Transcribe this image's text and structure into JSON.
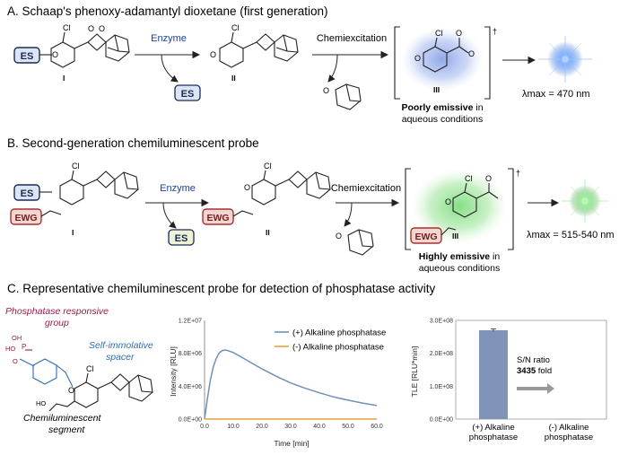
{
  "section_a": {
    "title": "A. Schaap's phenoxy-adamantyl dioxetane (first generation)",
    "es_label": "ES",
    "enzyme_label": "Enzyme",
    "es_released": "ES",
    "chemiex_label": "Chemiexcitation",
    "compound_I": "I",
    "compound_II": "II",
    "compound_III": "III",
    "dagger": "†",
    "emissive_bold": "Poorly emissive",
    "emissive_rest": " in",
    "conditions": "aqueous conditions",
    "lambda": "λmax = 470 nm",
    "cl": "Cl",
    "o": "O",
    "o_minus": "O",
    "glow_color": "#6f8fe0"
  },
  "section_b": {
    "title": "B. Second-generation chemiluminescent probe",
    "es_label": "ES",
    "ewg_label": "EWG",
    "enzyme_label": "Enzyme",
    "es_released": "ES",
    "chemiex_label": "Chemiexcitation",
    "compound_I": "I",
    "compound_II": "II",
    "compound_III": "III",
    "dagger": "†",
    "emissive_bold": "Highly emissive",
    "emissive_rest": " in",
    "conditions": "aqueous conditions",
    "lambda": "λmax = 515-540 nm",
    "glow_color": "#6fd46f"
  },
  "section_c": {
    "title": "C. Representative chemiluminescent probe for detection of phosphatase activity",
    "phosphatase_group_line1": "Phosphatase responsive",
    "phosphatase_group_line2": "group",
    "spacer_line1": "Self-immolative",
    "spacer_line2": "spacer",
    "segment_line1": "Chemiluminescent",
    "segment_line2": "segment",
    "oh": "OH",
    "p": "P",
    "ho": "HO",
    "colors": {
      "phosphatase": "#9b1b4a",
      "spacer": "#2c6fb3",
      "line_pos": "#6f8fbf",
      "line_neg": "#e8a23c",
      "bar": "#7f93b8",
      "arrow": "#999999",
      "enzyme_text": "#1f3fa0",
      "ewg_fill": "#a8322d",
      "es_fill": "#dde4f4"
    }
  },
  "chart_data": [
    {
      "type": "line",
      "title": "",
      "xlabel": "Time [min]",
      "ylabel": "Intensity [RLU]",
      "xlim": [
        0,
        60
      ],
      "ylim": [
        0,
        12000000
      ],
      "x_ticks": [
        "0.0",
        "10.0",
        "20.0",
        "30.0",
        "40.0",
        "50.0",
        "60.0"
      ],
      "y_ticks": [
        "0.0E+00",
        "4.0E+06",
        "8.0E+06",
        "1.2E+07"
      ],
      "legend_position": "top-right",
      "series": [
        {
          "name": "(+) Alkaline phosphatase",
          "x": [
            0,
            1,
            2,
            3,
            4,
            5,
            6,
            7,
            8,
            10,
            12,
            15,
            20,
            25,
            30,
            35,
            40,
            45,
            50,
            55,
            60
          ],
          "y": [
            0,
            2500000,
            4700000,
            6300000,
            7300000,
            8000000,
            8300000,
            8400000,
            8350000,
            8100000,
            7700000,
            7100000,
            6100000,
            5200000,
            4400000,
            3750000,
            3200000,
            2700000,
            2300000,
            1950000,
            1650000
          ]
        },
        {
          "name": "(-) Alkaline phosphatase",
          "x": [
            0,
            60
          ],
          "y": [
            0,
            0
          ]
        }
      ]
    },
    {
      "type": "bar",
      "title": "",
      "xlabel": "",
      "ylabel": "TLE [RLU*min]",
      "ylim": [
        0,
        300000000
      ],
      "y_ticks": [
        "0.0E+00",
        "1.0E+08",
        "2.0E+08",
        "3.0E+08"
      ],
      "categories": [
        "(+) Alkaline\nphosphatase",
        "(-) Alkaline\nphosphatase"
      ],
      "category_lines": [
        [
          "(+) Alkaline",
          "phosphatase"
        ],
        [
          "(-) Alkaline",
          "phosphatase"
        ]
      ],
      "values": [
        270000000,
        80000
      ],
      "error": [
        4000000,
        0
      ],
      "annotation_line1": "S/N ratio",
      "annotation_bold": "3435",
      "annotation_rest": " fold"
    }
  ]
}
